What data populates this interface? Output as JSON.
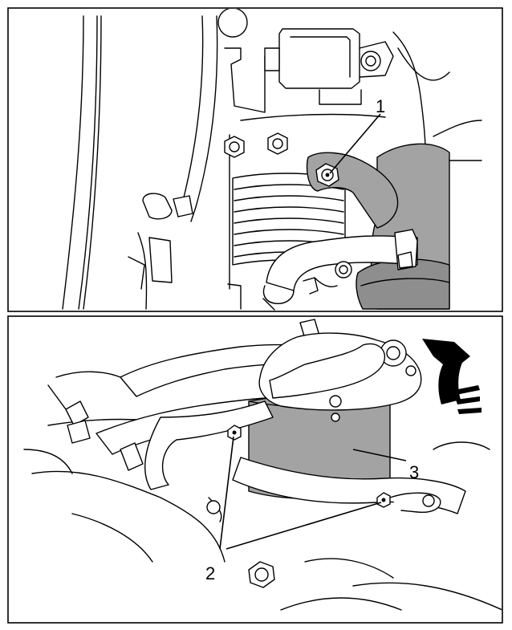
{
  "colors": {
    "line": "#000000",
    "part_fill": "#a3a3a3",
    "part_fill_dark": "#8e8e8e",
    "background": "#ffffff"
  },
  "callouts": {
    "one": "1",
    "two": "2",
    "three": "3"
  },
  "icons": {
    "arrow": "removal-direction-arrow-icon"
  }
}
